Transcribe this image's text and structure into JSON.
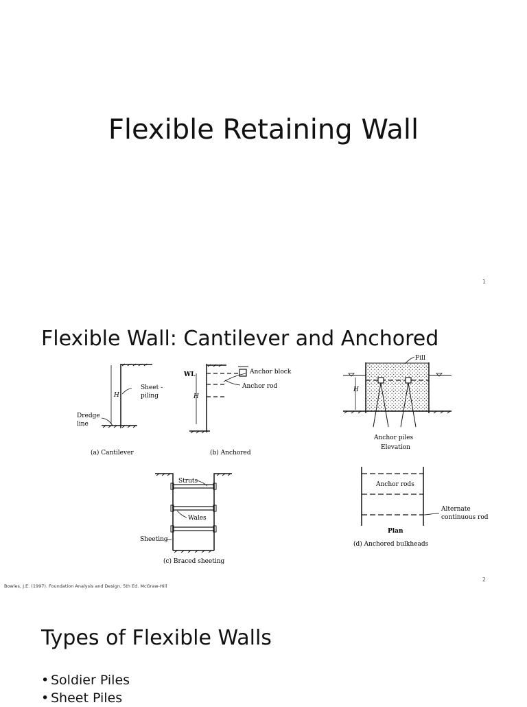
{
  "slide1": {
    "title": "Flexible Retaining Wall",
    "page": "1"
  },
  "slide2": {
    "heading": "Flexible Wall: Cantilever and Anchored",
    "page": "2",
    "citation": "Bowles, J.E. (1997). Foundation Analysis and Design, 5th Ed. McGraw-Hill",
    "figure": {
      "a": {
        "caption": "(a) Cantilever",
        "labels": {
          "h": "H",
          "sheet": "Sheet -",
          "piling": "piling",
          "dredge": "Dredge",
          "line": "line"
        }
      },
      "b": {
        "caption": "(b) Anchored",
        "labels": {
          "wl": "WL",
          "h": "H",
          "anchor_block": "Anchor block",
          "anchor_rod": "Anchor rod"
        }
      },
      "c": {
        "caption": "(c) Braced sheeting",
        "labels": {
          "struts": "Struts",
          "wales": "Wales",
          "sheeting": "Sheeting"
        }
      },
      "d": {
        "caption": "(d) Anchored bulkheads",
        "labels": {
          "fill": "Fill",
          "h": "H",
          "anchor_piles": "Anchor piles",
          "elevation": "Elevation",
          "anchor_rods": "Anchor rods",
          "alternate": "Alternate",
          "continuous_rod": "continuous rod",
          "plan": "Plan"
        }
      }
    }
  },
  "slide3": {
    "heading": "Types of Flexible Walls",
    "bullets": [
      "Soldier Piles",
      "Sheet Piles"
    ]
  }
}
